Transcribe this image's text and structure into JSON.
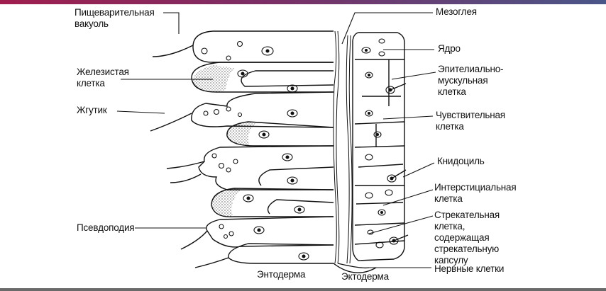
{
  "left_labels": {
    "digestive_vacuole": [
      "Пищеварительная",
      "вакуоль"
    ],
    "glandular_cell": [
      "Железистая",
      "клетка"
    ],
    "flagellum": "Жгутик",
    "pseudopodium": "Псевдоподия"
  },
  "right_labels": {
    "mesoglea": "Мезоглея",
    "nucleus": "Ядро",
    "epithelial_muscle_cell": [
      "Эпителиально-",
      "мускульная",
      "клетка"
    ],
    "sensory_cell": [
      "Чувствительная",
      "клетка"
    ],
    "cnidocil": "Книдоциль",
    "interstitial_cell": [
      "Интерстициальная",
      "клетка"
    ],
    "stinging_cell": [
      "Стрекательная",
      "клетка,",
      "содержащая",
      "стрекательную",
      "капсулу"
    ],
    "nerve_cells": "Нервные клетки"
  },
  "bottom_labels": {
    "endoderm": "Энтодерма",
    "ectoderm": "Эктодерма"
  },
  "colors": {
    "top_bar_start": "#a01e4e",
    "top_bar_end": "#4a5688",
    "ink": "#111111"
  }
}
